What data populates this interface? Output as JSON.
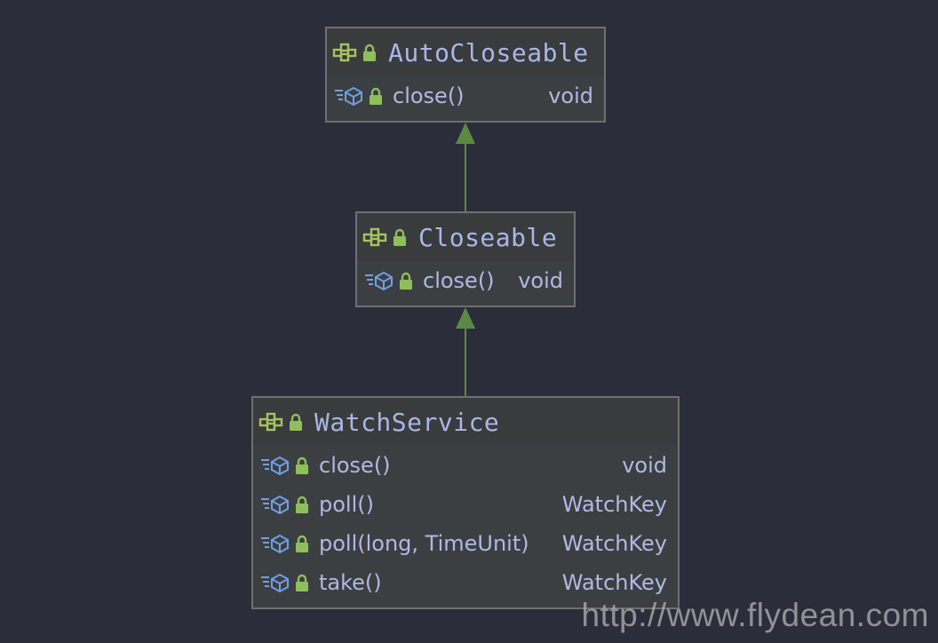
{
  "nodes": {
    "autocloseable": {
      "name": "AutoCloseable",
      "methods": [
        {
          "signature": "close()",
          "return_type": "void"
        }
      ]
    },
    "closeable": {
      "name": "Closeable",
      "methods": [
        {
          "signature": "close()",
          "return_type": "void"
        }
      ]
    },
    "watchservice": {
      "name": "WatchService",
      "methods": [
        {
          "signature": "close()",
          "return_type": "void"
        },
        {
          "signature": "poll()",
          "return_type": "WatchKey"
        },
        {
          "signature": "poll(long, TimeUnit)",
          "return_type": "WatchKey"
        },
        {
          "signature": "take()",
          "return_type": "WatchKey"
        }
      ]
    }
  },
  "edges": [
    {
      "from": "closeable",
      "to": "autocloseable",
      "type": "extends"
    },
    {
      "from": "watchservice",
      "to": "closeable",
      "type": "extends"
    }
  ],
  "watermark": "http://www.flydean.com",
  "colors": {
    "background": "#2b2d3b",
    "node_fill": "#3c3f41",
    "node_border": "#6e7071",
    "edge": "#5a8a44",
    "interface_icon": "#a7c35f",
    "method_icon": "#6f9fe8",
    "lock_icon": "#8fbf5a",
    "text": "#a9b7e6"
  },
  "icons": {
    "interface": "interface-icon",
    "method": "abstract-method-icon",
    "lock": "lock-icon"
  }
}
